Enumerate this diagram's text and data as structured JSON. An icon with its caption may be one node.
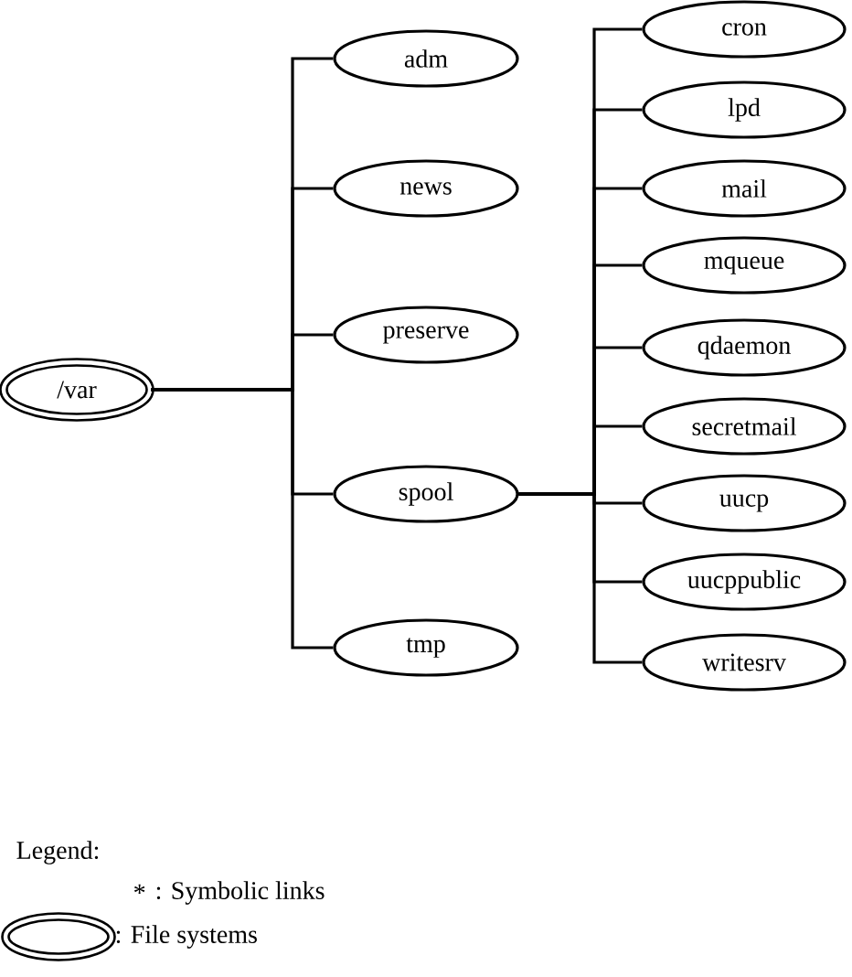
{
  "diagram": {
    "nodes": [
      {
        "text": [
          "/var"
        ]
      },
      {
        "text": [
          "adm"
        ]
      },
      {
        "text": [
          "news"
        ]
      },
      {
        "text": [
          "preserve"
        ]
      },
      {
        "text": [
          "spool"
        ]
      },
      {
        "text": [
          "tmp"
        ]
      },
      {
        "text": [
          "cron"
        ]
      },
      {
        "text": [
          "lpd"
        ]
      },
      {
        "text": [
          "mail"
        ]
      },
      {
        "text": [
          "mqueue"
        ]
      },
      {
        "text": [
          "qdaemon"
        ]
      },
      {
        "text": [
          "secretmail"
        ]
      },
      {
        "text": [
          "uucp"
        ]
      },
      {
        "text": [
          "uucppublic"
        ]
      },
      {
        "text": [
          "writesrv"
        ]
      }
    ],
    "edges": [
      {
        "from": 0,
        "to": 1,
        "arrow": "none"
      },
      {
        "from": 0,
        "to": 2,
        "arrow": "none"
      },
      {
        "from": 0,
        "to": 3,
        "arrow": "none"
      },
      {
        "from": 0,
        "to": 4,
        "arrow": "none"
      },
      {
        "from": 0,
        "to": 5,
        "arrow": "none"
      },
      {
        "from": 4,
        "to": 6,
        "arrow": "none"
      },
      {
        "from": 4,
        "to": 7,
        "arrow": "none"
      },
      {
        "from": 4,
        "to": 8,
        "arrow": "none"
      },
      {
        "from": 4,
        "to": 9,
        "arrow": "none"
      },
      {
        "from": 4,
        "to": 10,
        "arrow": "none"
      },
      {
        "from": 4,
        "to": 11,
        "arrow": "none"
      },
      {
        "from": 4,
        "to": 12,
        "arrow": "none"
      },
      {
        "from": 4,
        "to": 13,
        "arrow": "none"
      },
      {
        "from": 4,
        "to": 14,
        "arrow": "none"
      }
    ],
    "labels": [
      "Legend:",
      "*"
    ],
    "legend": [
      {
        "text": ": Symbolic links"
      },
      {
        "text": ": File systems"
      }
    ]
  }
}
